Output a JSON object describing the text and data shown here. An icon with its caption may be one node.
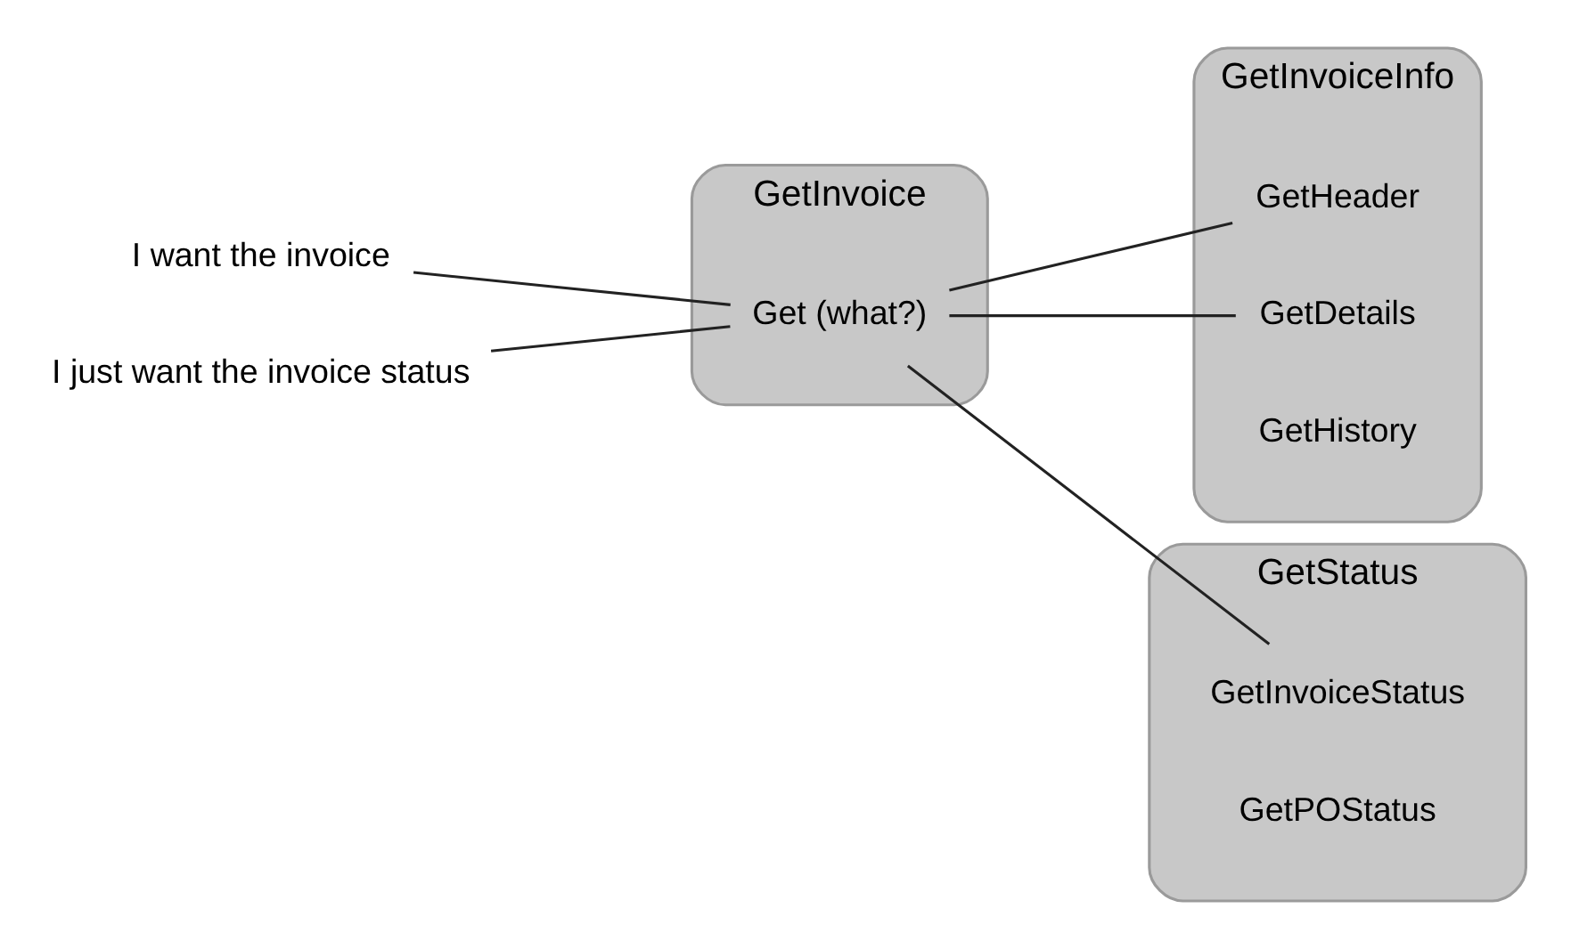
{
  "diagram": {
    "nodes": [
      {
        "text": [
          "I want the invoice"
        ]
      },
      {
        "text": [
          "I just want the invoice status"
        ]
      },
      {
        "text": [
          "GetInvoice"
        ]
      },
      {
        "text": [
          "Get (what?)"
        ],
        "in": 2
      },
      {
        "text": [
          "GetInvoiceInfo"
        ]
      },
      {
        "text": [
          "GetHeader"
        ],
        "in": 4
      },
      {
        "text": [
          "GetDetails"
        ],
        "in": 4
      },
      {
        "text": [
          "GetHistory"
        ],
        "in": 4
      },
      {
        "text": [
          "GetStatus"
        ]
      },
      {
        "text": [
          "GetInvoiceStatus"
        ],
        "in": 8
      },
      {
        "text": [
          "GetPOStatus"
        ],
        "in": 8
      }
    ],
    "edges": [
      {
        "from": 0,
        "to": 3,
        "arrow": "none"
      },
      {
        "from": 1,
        "to": 3,
        "arrow": "none"
      },
      {
        "from": 3,
        "to": 5,
        "arrow": "none"
      },
      {
        "from": 3,
        "to": 6,
        "arrow": "none"
      },
      {
        "from": 3,
        "to": 9,
        "arrow": "none"
      }
    ]
  }
}
